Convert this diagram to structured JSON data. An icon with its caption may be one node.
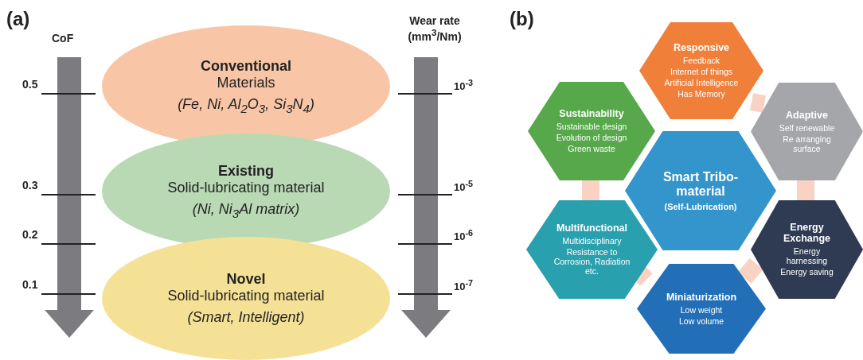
{
  "diagram": {
    "nodes": [
      {
        "text": [
          "Conventional",
          "Materials",
          "(Fe, Ni, Al$_{2}$O$_{3}$, Si$_{3}$N$_{4}$)"
        ]
      },
      {
        "text": [
          "Existing",
          "Solid-lubricating material",
          "(Ni, Ni$_{3}$Al matrix)"
        ]
      },
      {
        "text": [
          "Novel",
          "Solid-lubricating material",
          "(Smart, Intelligent)"
        ]
      },
      {
        "text": [
          "Responsive",
          "Feedback",
          "Internet of things",
          "Artificial Intelligence",
          "Has Memory"
        ]
      },
      {
        "text": [
          "Sustainability",
          "Sustainable design",
          "Evolution of design",
          "Green waste"
        ]
      },
      {
        "text": [
          "Adaptive",
          "Self renewable",
          "Re arranging surface"
        ]
      },
      {
        "text": [
          "Smart Tribo-material",
          "(Self-Lubrication)"
        ]
      },
      {
        "text": [
          "Multifunctional",
          "Multidisciplinary",
          "Resistance to Corrosion, Radiation etc."
        ]
      },
      {
        "text": [
          "Energy Exchange",
          "Energy harnessing",
          "Energy saving"
        ]
      },
      {
        "text": [
          "Miniaturization",
          "Low weight",
          "Low volume"
        ]
      }
    ],
    "edges": [
      {
        "from": 3,
        "to": 5,
        "arrow": "none"
      },
      {
        "from": 5,
        "to": 8,
        "arrow": "none"
      },
      {
        "from": 8,
        "to": 9,
        "arrow": "none"
      },
      {
        "from": 9,
        "to": 7,
        "arrow": "none"
      },
      {
        "from": 7,
        "to": 4,
        "arrow": "none"
      }
    ],
    "labels": [
      "(a)",
      "CoF",
      "Wear rate (mm$^{3}$/Nm)",
      "0.5",
      "10$^{-3}$",
      "0.3",
      "10$^{-5}$",
      "0.2",
      "10$^{-6}$",
      "0.1",
      "10$^{-7}$",
      "(b)"
    ]
  }
}
